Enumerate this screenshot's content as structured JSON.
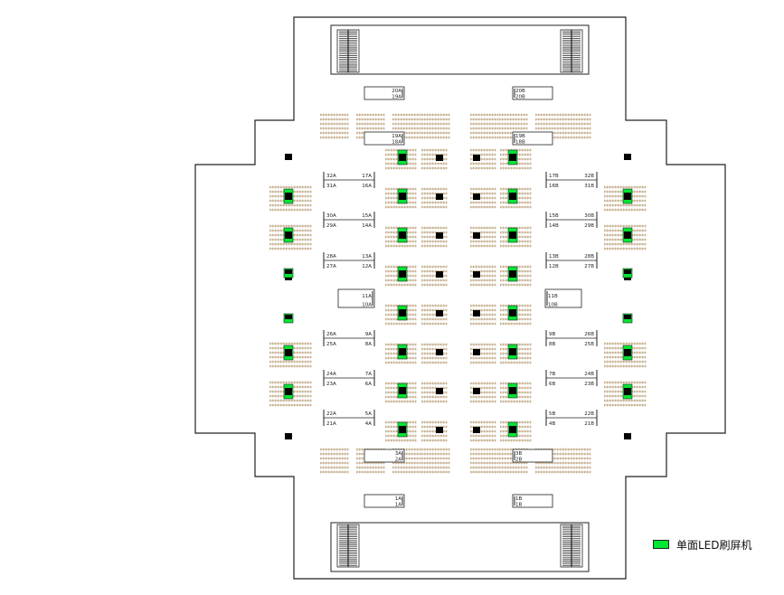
{
  "legend": {
    "label": "单面LED刷屏机",
    "swatch_color": "#00e632"
  },
  "colors": {
    "wall": "#222222",
    "seat": "#c8b394",
    "screen": "#00e632",
    "pillar": "#000000",
    "gate_fill": "#ffffff"
  },
  "icons": {
    "escalator": "escalator-icon",
    "gate": "gate-icon",
    "pillar": "pillar-icon",
    "screen": "led-screen-icon",
    "seating": "seating-block"
  },
  "gates": [
    {
      "label_a": "20A",
      "label_b": "19A"
    },
    {
      "label_a": "20B",
      "label_b": "20B"
    },
    {
      "label_a": "19A",
      "label_b": "18A"
    },
    {
      "label_a": "19B",
      "label_b": "18B"
    },
    {
      "label_a": "11A",
      "label_b": "10A"
    },
    {
      "label_a": "11B",
      "label_b": "10B"
    },
    {
      "label_a": "3A",
      "label_b": "2A"
    },
    {
      "label_a": "3B",
      "label_b": "2B"
    },
    {
      "label_a": "1A",
      "label_b": "1A"
    },
    {
      "label_a": "1B",
      "label_b": "1B"
    }
  ],
  "gate_pairs": [
    {
      "tl": "32A",
      "tr": "17A",
      "bl": "31A",
      "br": "16A"
    },
    {
      "tl": "30A",
      "tr": "15A",
      "bl": "29A",
      "br": "14A"
    },
    {
      "tl": "28A",
      "tr": "13A",
      "bl": "27A",
      "br": "12A"
    },
    {
      "tl": "26A",
      "tr": "9A",
      "bl": "25A",
      "br": "8A"
    },
    {
      "tl": "24A",
      "tr": "7A",
      "bl": "23A",
      "br": "6A"
    },
    {
      "tl": "22A",
      "tr": "5A",
      "bl": "21A",
      "br": "4A"
    },
    {
      "tl": "17B",
      "tr": "32B",
      "bl": "16B",
      "br": "31B"
    },
    {
      "tl": "15B",
      "tr": "30B",
      "bl": "14B",
      "br": "29B"
    },
    {
      "tl": "13B",
      "tr": "28B",
      "bl": "12B",
      "br": "27B"
    },
    {
      "tl": "9B",
      "tr": "26B",
      "bl": "8B",
      "br": "25B"
    },
    {
      "tl": "7B",
      "tr": "24B",
      "bl": "6B",
      "br": "23B"
    },
    {
      "tl": "5B",
      "tr": "22B",
      "bl": "4B",
      "br": "21B"
    }
  ]
}
